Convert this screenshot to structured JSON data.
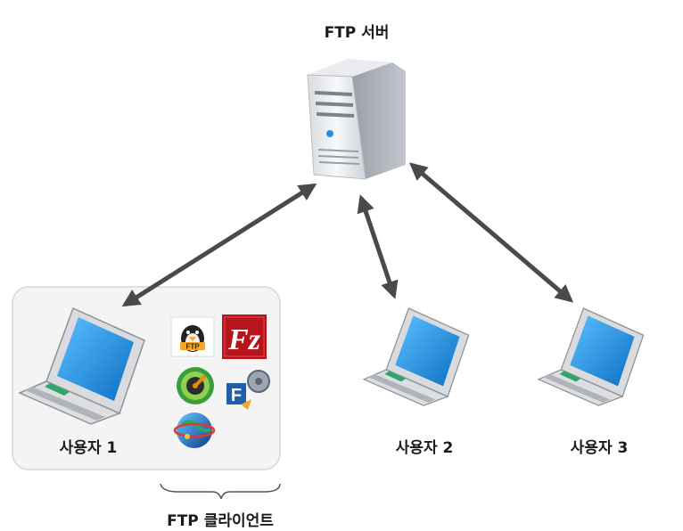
{
  "server": {
    "label": "FTP 서버",
    "icon": "server-tower-icon"
  },
  "users": [
    {
      "label": "사용자 1",
      "icon": "laptop-icon"
    },
    {
      "label": "사용자 2",
      "icon": "laptop-icon"
    },
    {
      "label": "사용자 3",
      "icon": "laptop-icon"
    }
  ],
  "client_group": {
    "label": "FTP 클라이언트",
    "icons": [
      "ftp-penguin-icon",
      "filezilla-icon",
      "ftp-disc-icon",
      "ftp-fz-gear-icon",
      "ftp-globe-icon"
    ]
  },
  "colors": {
    "arrow": "#4a4a4a",
    "laptop_screen": "#1f8fe0",
    "filezilla_red": "#b8141c",
    "group_bg": "#f4f4f4"
  },
  "filezilla_glyph": "Fz",
  "ftp_glyph": "FTP",
  "fz_glyph": "F"
}
